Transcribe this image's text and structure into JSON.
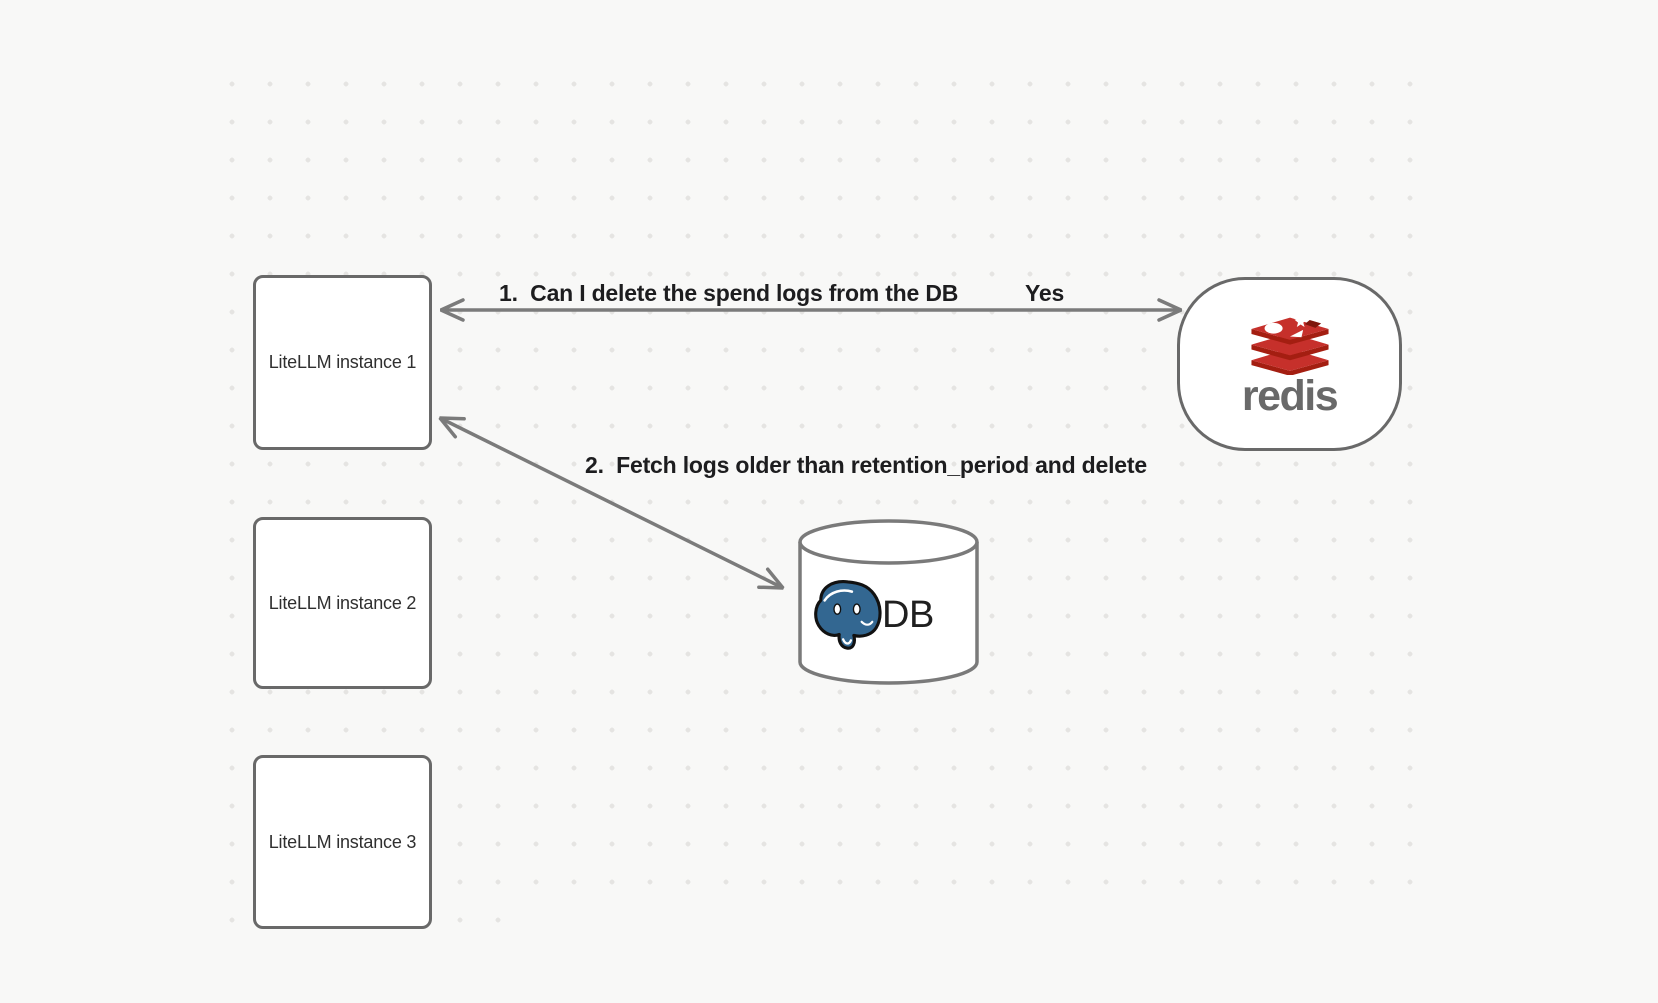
{
  "diagram": {
    "nodes": {
      "instance1": {
        "label": "LiteLLM instance 1"
      },
      "instance2": {
        "label": "LiteLLM instance 2"
      },
      "instance3": {
        "label": "LiteLLM instance 3"
      },
      "redis": {
        "label": "redis",
        "icon": "redis-logo"
      },
      "db": {
        "label": "DB",
        "icon": "postgresql-elephant-logo"
      }
    },
    "edges": {
      "redis_query": {
        "from": "LiteLLM instance 1",
        "to": "redis",
        "direction": "both",
        "label": "1.  Can I delete the spend logs from the DB",
        "answer": "Yes"
      },
      "db_fetch": {
        "from": "LiteLLM instance 1",
        "to": "DB",
        "direction": "both",
        "label": "2.  Fetch logs older than retention_period and delete"
      }
    },
    "colors": {
      "background": "#f8f8f7",
      "grid_dot": "#e5e4e2",
      "node_border": "#696969",
      "arrow": "#7b7b7b",
      "annotation_text": "#1d1d1f",
      "redis_red": "#c6302b",
      "redis_dark_red": "#a41e11",
      "redis_wordmark_gray": "#696969",
      "postgres_blue": "#336791"
    }
  }
}
